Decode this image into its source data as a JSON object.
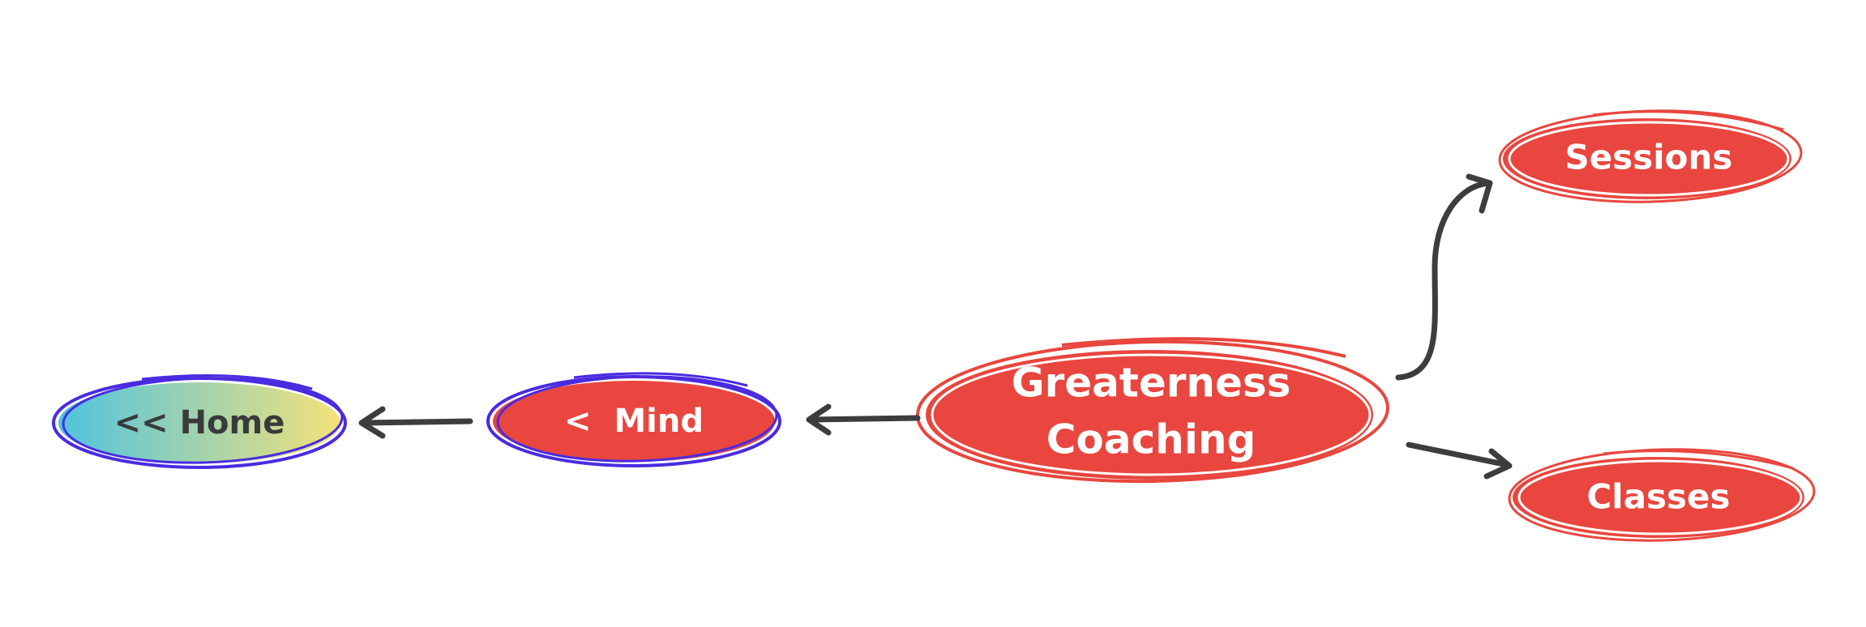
{
  "colors": {
    "node_fill": "#E8463E",
    "node_outline_red": "#E8463E",
    "node_outline_blue": "#4A2BE0",
    "home_gradient_start": "#4FC3DF",
    "home_gradient_end": "#F4E27A",
    "text_light": "#ffffff",
    "text_dark": "#3a3a3a",
    "arrow": "#3d3d3d"
  },
  "nodes": {
    "home": {
      "label": "<< Home",
      "icon": "none"
    },
    "mind": {
      "label": "<  Mind"
    },
    "coaching": {
      "line1": "Greaterness",
      "line2": "Coaching"
    },
    "sessions": {
      "label": "Sessions"
    },
    "classes": {
      "label": "Classes"
    }
  }
}
